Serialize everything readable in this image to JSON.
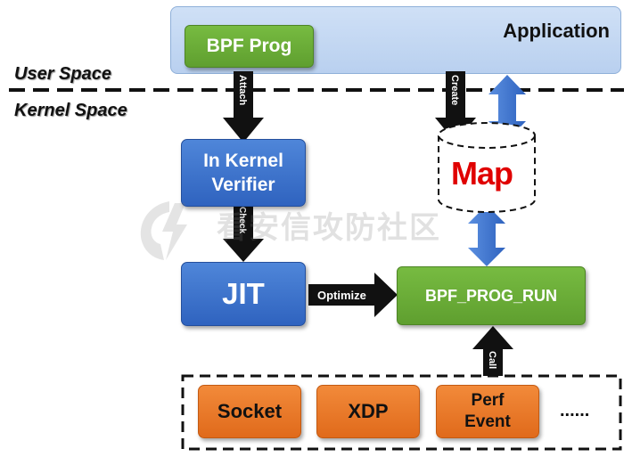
{
  "labels": {
    "user_space": "User Space",
    "kernel_space": "Kernel Space"
  },
  "application": {
    "title": "Application"
  },
  "nodes": {
    "bpf_prog": "BPF Prog",
    "verifier_line1": "In Kernel",
    "verifier_line2": "Verifier",
    "jit": "JIT",
    "map": "Map",
    "bpf_prog_run": "BPF_PROG_RUN"
  },
  "arrows": {
    "attach": "Attach",
    "create": "Create",
    "check": "Check",
    "optimize": "Optimize",
    "call": "Call"
  },
  "events": {
    "socket": "Socket",
    "xdp": "XDP",
    "perf_line1": "Perf",
    "perf_line2": "Event",
    "more": "......"
  },
  "watermark": "看安信攻防社区",
  "colors": {
    "green": "#6aad37",
    "blue": "#3b6fcb",
    "orange": "#e87a28",
    "map_text": "#e00000",
    "app_bg": "#c7dbf3"
  }
}
